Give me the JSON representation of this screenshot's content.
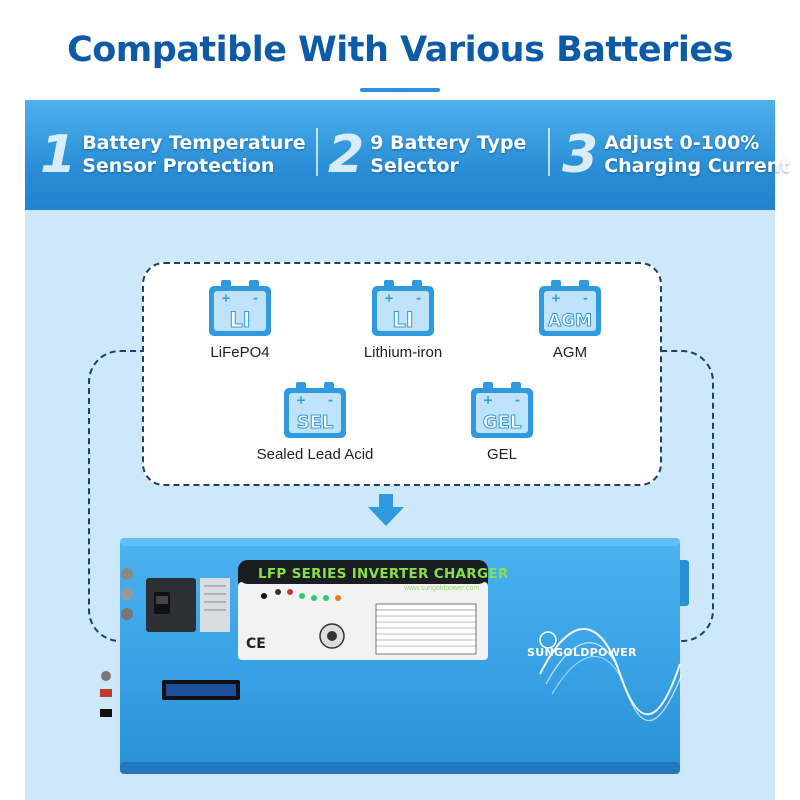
{
  "header": {
    "title": "Compatible With Various Batteries"
  },
  "features": [
    {
      "number": "1",
      "text": "Battery Temperature\nSensor Protection"
    },
    {
      "number": "2",
      "text": "9 Battery Type\nSelector"
    },
    {
      "number": "3",
      "text": "Adjust 0-100%\nCharging Current"
    }
  ],
  "batteries": [
    {
      "badge": "LI",
      "label": "LiFePO4"
    },
    {
      "badge": "LI",
      "label": "Lithium-iron"
    },
    {
      "badge": "AGM",
      "label": "AGM"
    },
    {
      "badge": "SEL",
      "label": "Sealed Lead Acid"
    },
    {
      "badge": "GEL",
      "label": "GEL"
    }
  ],
  "inverter": {
    "panel_title": "LFP SERIES INVERTER CHARGER",
    "url": "www.sungoldpower.com",
    "brand": "SUNGOLDPOWER"
  },
  "colors": {
    "title": "#0d5aa7",
    "banner": "#2a8fd6",
    "panel_bg": "#cde8fa",
    "battery_icon": "#2f9ae0",
    "inverter_body": "#3aa3e6"
  }
}
